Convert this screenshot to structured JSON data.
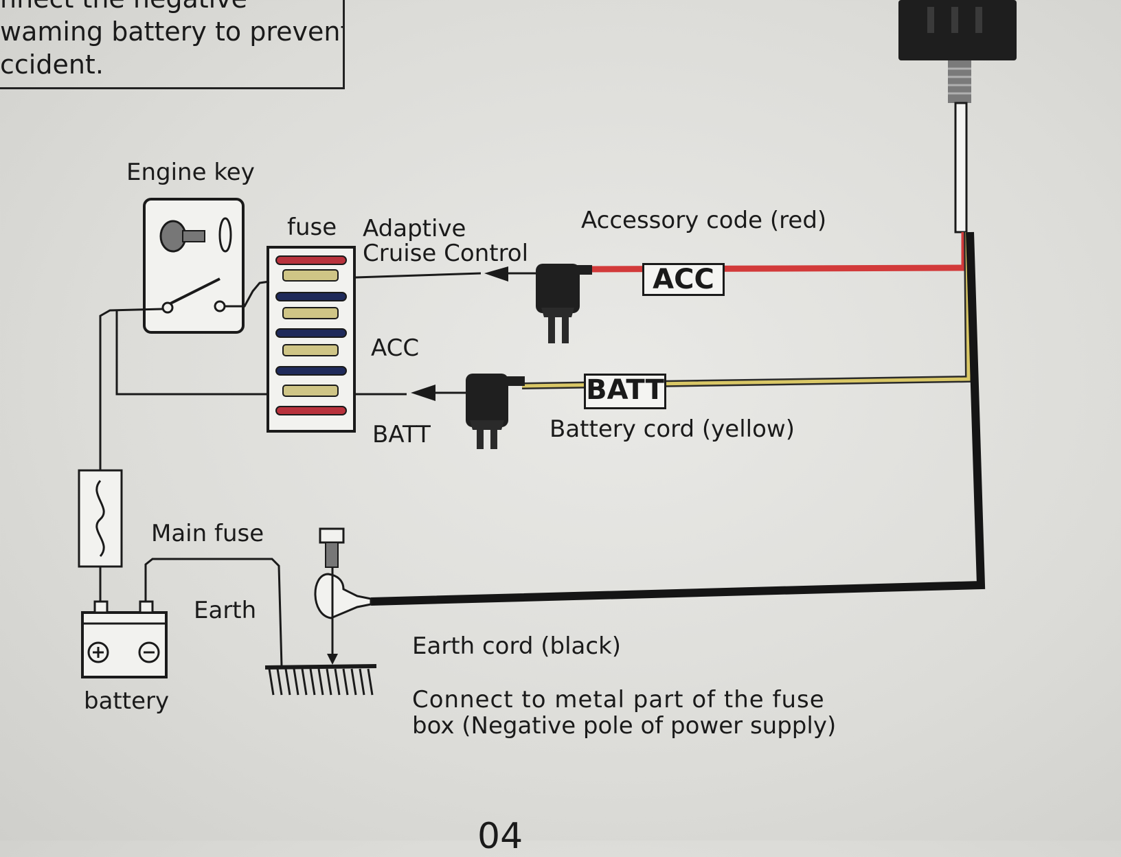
{
  "warning_box": {
    "line1": "nnect the negative",
    "line2": "waming battery to prevent",
    "line3": "ccident."
  },
  "labels": {
    "engine_key": "Engine key",
    "fuse": "fuse",
    "adaptive_line1": "Adaptive",
    "adaptive_line2": "Cruise Control",
    "accessory_code": "Accessory code (red)",
    "acc": "ACC",
    "batt": "BATT",
    "battery_cord": "Battery cord (yellow)",
    "main_fuse": "Main fuse",
    "earth": "Earth",
    "battery": "battery",
    "earth_cord": "Earth cord (black)",
    "connect_line1": "Connect to metal part of the fuse",
    "connect_line2": "box (Negative pole of power supply)"
  },
  "tags": {
    "acc_tag": "ACC",
    "batt_tag": "BATT"
  },
  "page_number": "04",
  "colors": {
    "red_wire": "#d23a3a",
    "yellow_wire": "#d9c766",
    "black_wire": "#151515",
    "fuse_red": "#b8323c",
    "fuse_yellow": "#cfc586",
    "fuse_navy": "#1f2a5a"
  }
}
